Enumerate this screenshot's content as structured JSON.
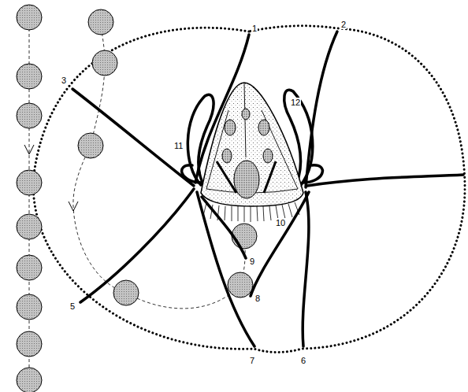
{
  "diagram": {
    "labels": [
      "1",
      "2",
      "3",
      "5",
      "6",
      "7",
      "8",
      "9",
      "10",
      "11",
      "12"
    ]
  }
}
